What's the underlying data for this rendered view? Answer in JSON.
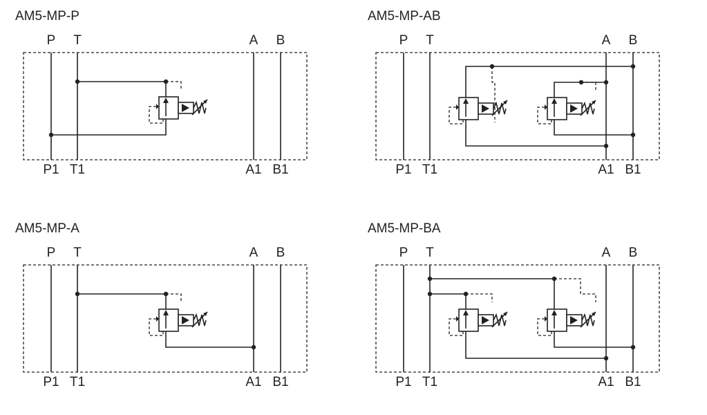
{
  "diagrams": [
    {
      "title": "AM5-MP-P",
      "ports_top": {
        "p": "P",
        "t": "T",
        "a": "A",
        "b": "B"
      },
      "ports_bottom": {
        "p1": "P1",
        "t1": "T1",
        "a1": "A1",
        "b1": "B1"
      }
    },
    {
      "title": "AM5-MP-AB",
      "ports_top": {
        "p": "P",
        "t": "T",
        "a": "A",
        "b": "B"
      },
      "ports_bottom": {
        "p1": "P1",
        "t1": "T1",
        "a1": "A1",
        "b1": "B1"
      }
    },
    {
      "title": "AM5-MP-A",
      "ports_top": {
        "p": "P",
        "t": "T",
        "a": "A",
        "b": "B"
      },
      "ports_bottom": {
        "p1": "P1",
        "t1": "T1",
        "a1": "A1",
        "b1": "B1"
      }
    },
    {
      "title": "AM5-MP-BA",
      "ports_top": {
        "p": "P",
        "t": "T",
        "a": "A",
        "b": "B"
      },
      "ports_bottom": {
        "p1": "P1",
        "t1": "T1",
        "a1": "A1",
        "b1": "B1"
      }
    }
  ]
}
